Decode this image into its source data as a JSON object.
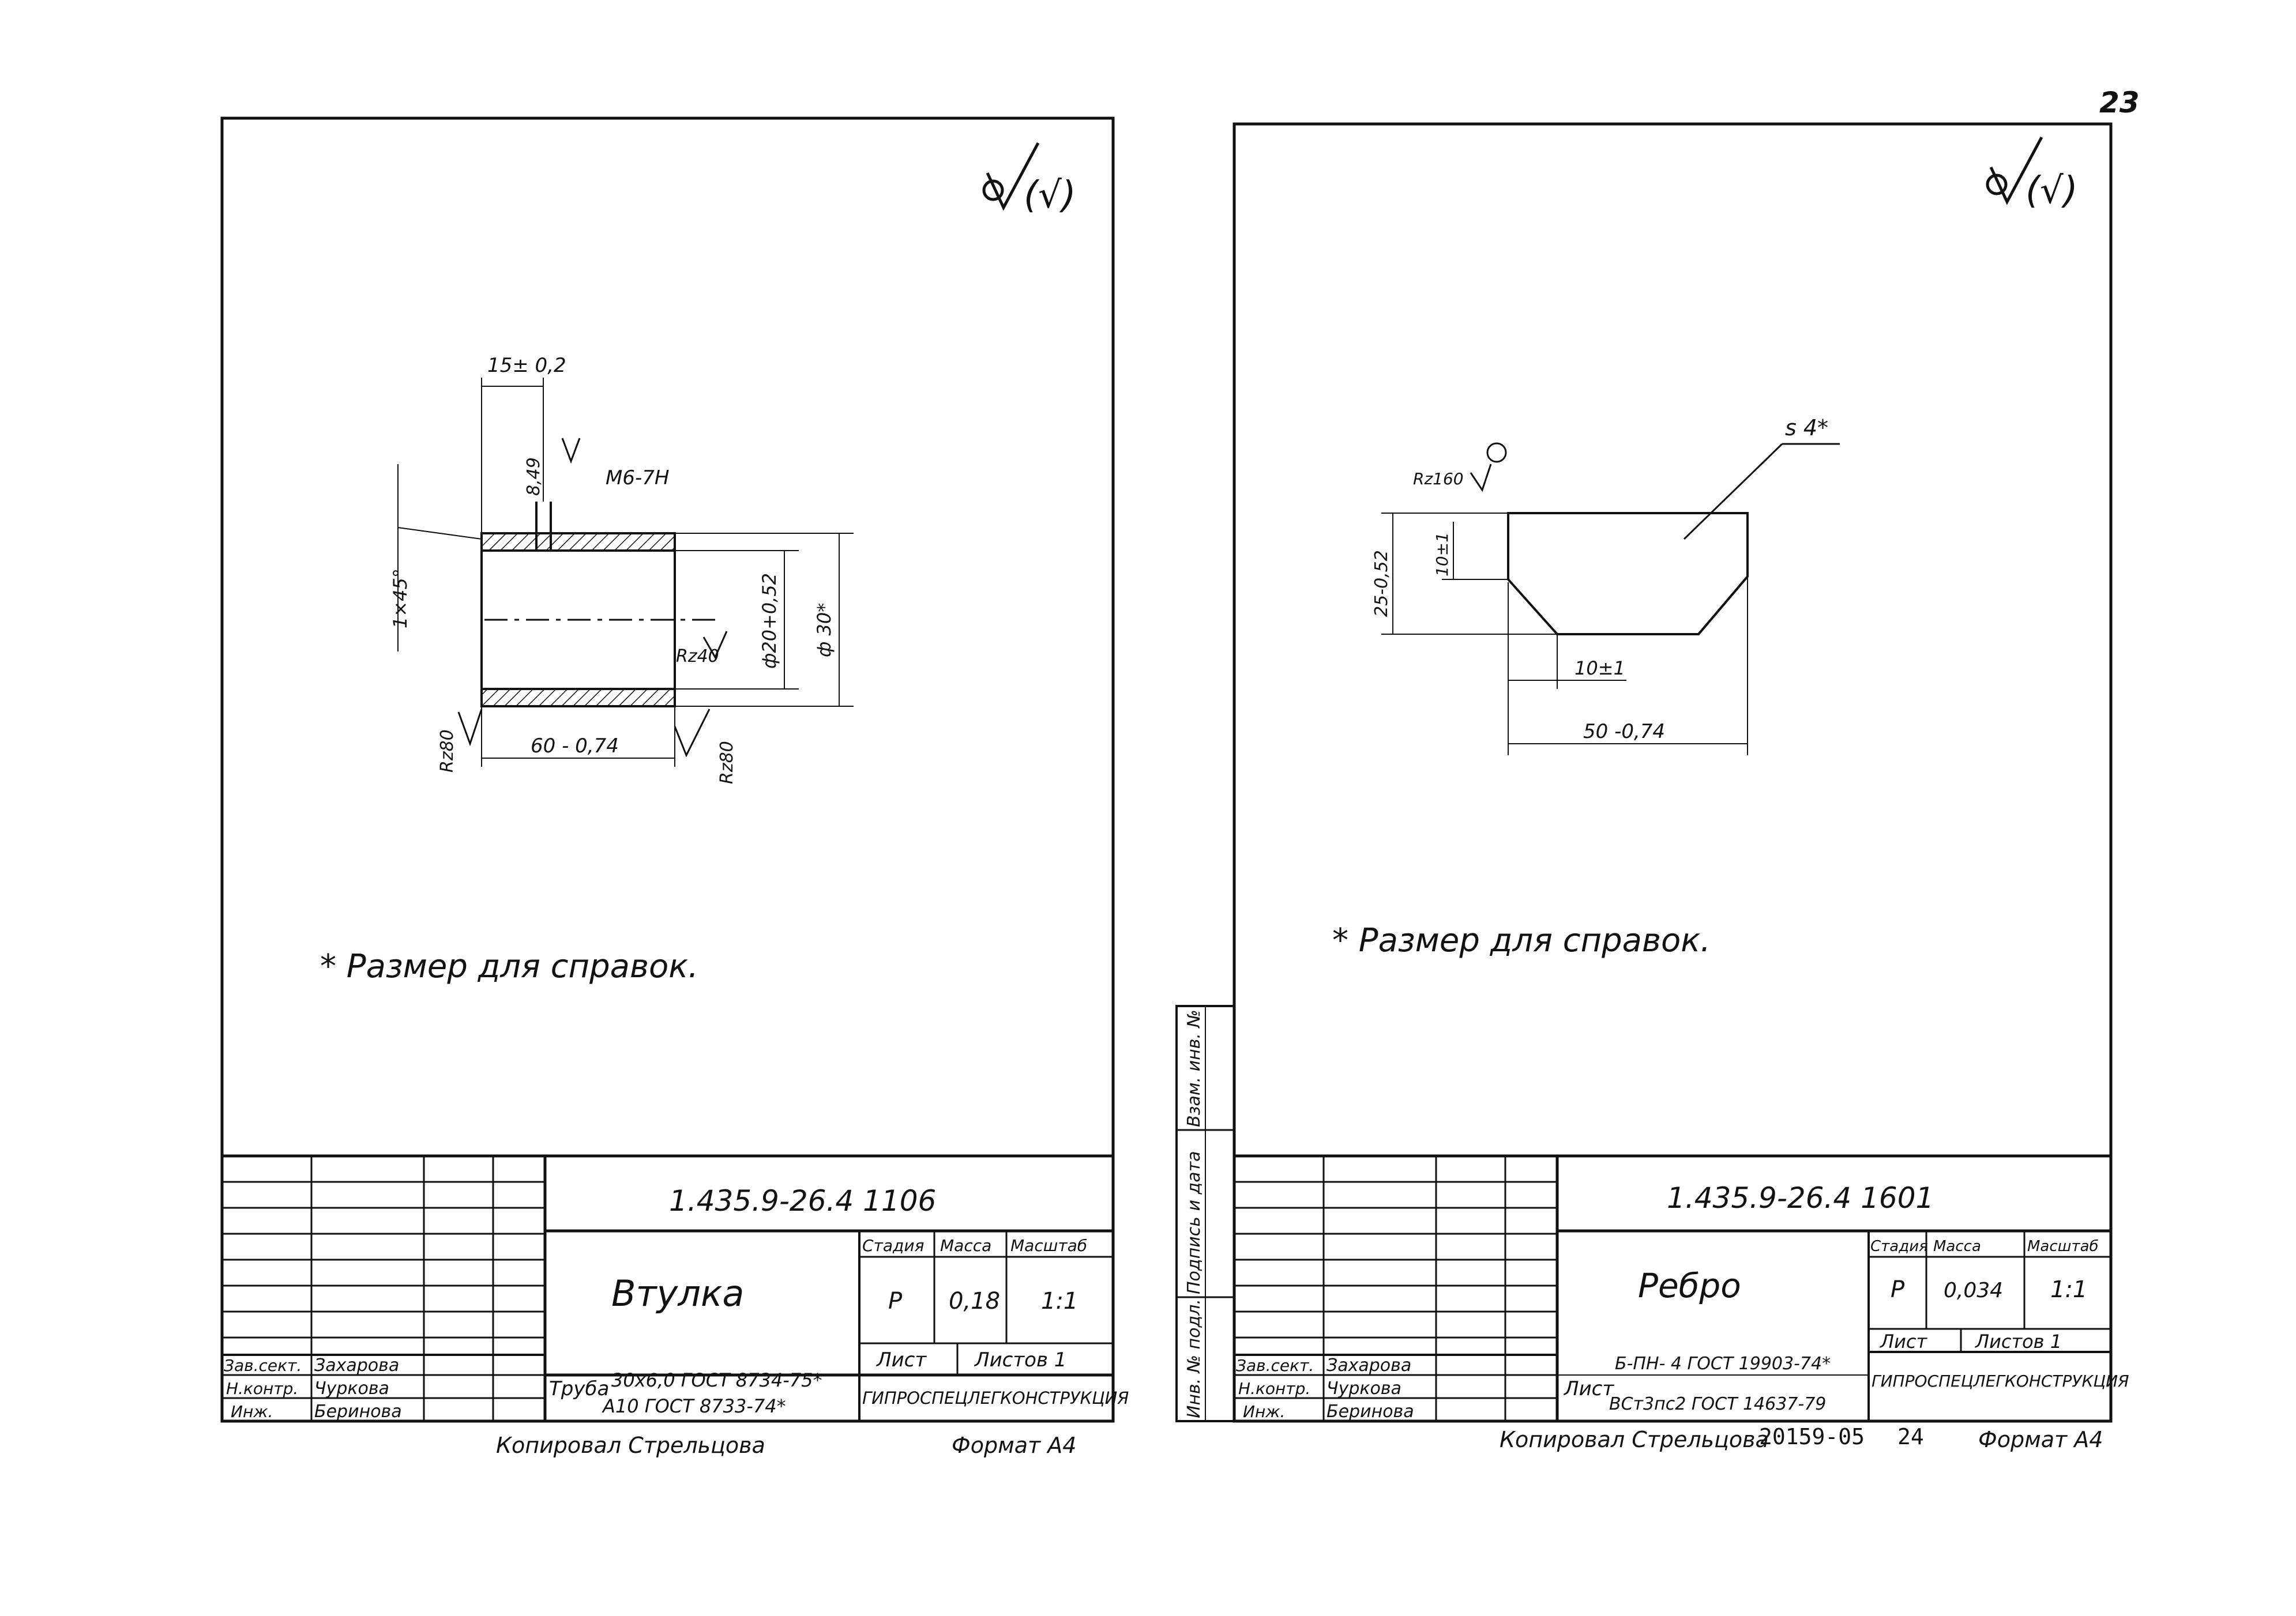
{
  "page_number": "23",
  "footer": {
    "series": "20159-05",
    "sheet_ref": "24"
  },
  "left": {
    "roughness_mark": "(√)",
    "dims": {
      "d1": "15± 0,2",
      "d2": "8,49",
      "thread": "M6-7H",
      "chamfer": "1×45°",
      "d_inner": "ф20+0,52",
      "d_outer": "ф 30*",
      "r_inner": "Rz40",
      "r_left": "Rz80",
      "r_right": "Rz80",
      "length": "60 - 0,74"
    },
    "note": "* Размер для справок.",
    "title_block": {
      "doc_number": "1.435.9-26.4   1106",
      "part_name": "Втулка",
      "h_stage": "Стадия",
      "h_mass": "Масса",
      "h_scale": "Масштаб",
      "stage": "Р",
      "mass": "0,18",
      "scale": "1:1",
      "sheet": "Лист",
      "sheets": "Листов 1",
      "material_label": "Труба",
      "material_1": "30х6,0 ГОСТ 8734-75*",
      "material_2": "А10 ГОСТ 8733-74*",
      "org": "ГИПРОСПЕЦЛЕГКОНСТРУКЦИЯ",
      "roles": [
        {
          "role": "Зав.сект.",
          "name": "Захарова"
        },
        {
          "role": "Н.контр.",
          "name": "Чуркова"
        },
        {
          "role": "Инж.",
          "name": "Беринова"
        }
      ]
    },
    "copied_by": "Копировал Стрельцова",
    "format": "Формат А4"
  },
  "right": {
    "roughness_mark": "(√)",
    "dims": {
      "s": "s 4*",
      "rz": "Rz160",
      "h": "25-0,52",
      "h2": "10±1",
      "w2": "10±1",
      "w": "50 -0,74"
    },
    "note": "* Размер для справок.",
    "side_labels": [
      "Взам. инв. №",
      "Подпись и дата",
      "Инв. № подл."
    ],
    "title_block": {
      "doc_number": "1.435.9-26.4   1601",
      "part_name": "Ребро",
      "h_stage": "Стадия",
      "h_mass": "Масса",
      "h_scale": "Масштаб",
      "stage": "Р",
      "mass": "0,034",
      "scale": "1:1",
      "sheet": "Лист",
      "sheets": "Листов 1",
      "material_label": "Лист",
      "material_1": "Б-ПН- 4 ГОСТ 19903-74*",
      "material_2": "ВСт3пс2 ГОСТ 14637-79",
      "org": "ГИПРОСПЕЦЛЕГКОНСТРУКЦИЯ",
      "roles": [
        {
          "role": "Зав.сект.",
          "name": "Захарова"
        },
        {
          "role": "Н.контр.",
          "name": "Чуркова"
        },
        {
          "role": "Инж.",
          "name": "Беринова"
        }
      ]
    },
    "copied_by": "Копировал Стрельцова",
    "format": "Формат А4"
  }
}
